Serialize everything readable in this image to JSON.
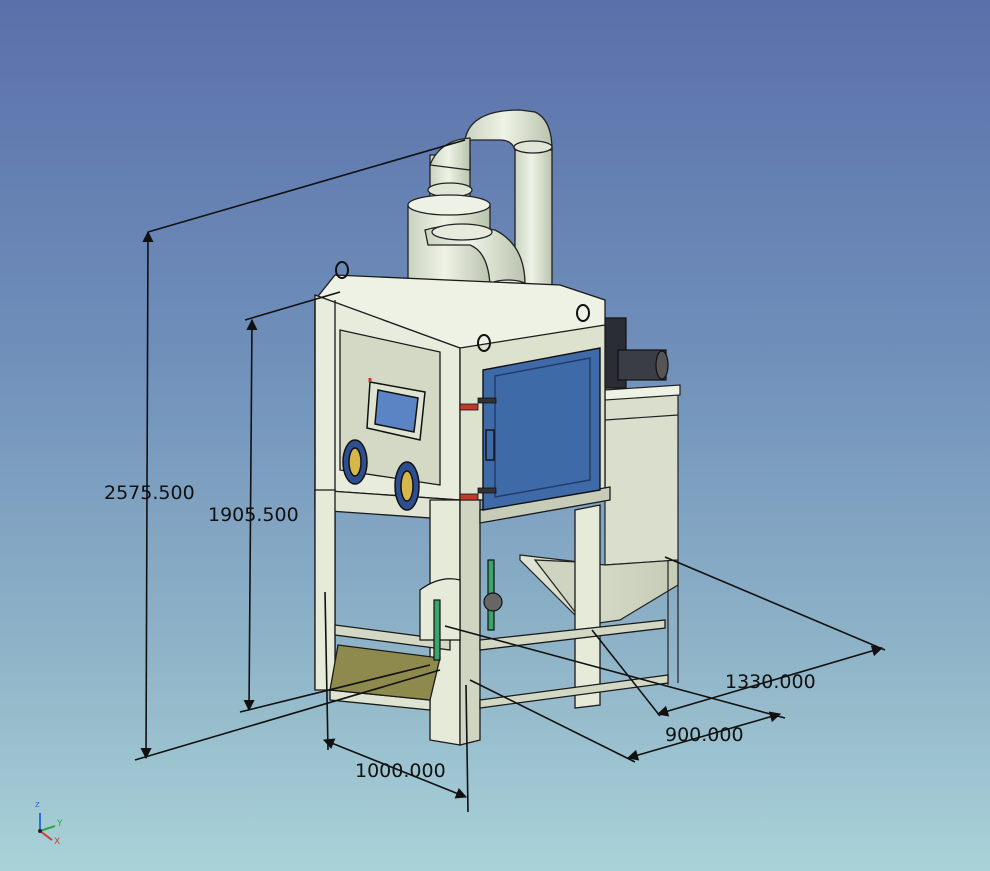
{
  "dimensions": {
    "overall_height": "2575.500",
    "cabinet_height": "1905.500",
    "width": "1000.000",
    "depth": "900.000",
    "overall_depth": "1330.000"
  },
  "triad": {
    "z": "z",
    "y": "Y",
    "x": "X"
  },
  "colors": {
    "body": "#e6ebd9",
    "body_shade": "#c9cfba",
    "glass": "#3f6aa8",
    "outline": "#1a1a1a",
    "handle": "#c0392b",
    "pipe_green": "#3aa56b"
  }
}
